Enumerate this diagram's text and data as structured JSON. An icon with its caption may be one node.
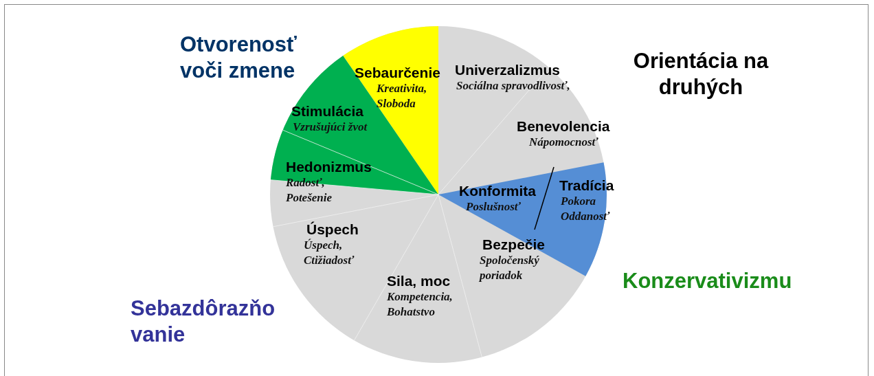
{
  "diagram": {
    "nodes": [
      {
        "text": [
          "Sebaurčenie",
          "Kreativita, Sloboda"
        ]
      },
      {
        "text": [
          "Univerzalizmus",
          "Sociálna spravodlivosť,"
        ]
      },
      {
        "text": [
          "Benevolencia",
          "Nápomocnosť"
        ]
      },
      {
        "text": [
          "Konformita",
          "Poslušnosť"
        ]
      },
      {
        "text": [
          "Tradícia",
          "Pokora Oddanosť"
        ]
      },
      {
        "text": [
          "Bezpečie",
          "Spoločenský poriadok"
        ]
      },
      {
        "text": [
          "Sila, moc",
          "Kompetencia, Bohatstvo"
        ]
      },
      {
        "text": [
          "Úspech",
          "Úspech, Ctižiadosť"
        ]
      },
      {
        "text": [
          "Hedonizmus",
          "Radosť, Potešenie"
        ]
      },
      {
        "text": [
          "Stimulácia",
          "Vzrušujúci žvot"
        ]
      }
    ],
    "edges": [],
    "labels": [
      "Otvorenosť voči zmene",
      "Orientácia na druhých",
      "Konzervativizmu",
      "Sebazdôrazňo vanie"
    ]
  }
}
